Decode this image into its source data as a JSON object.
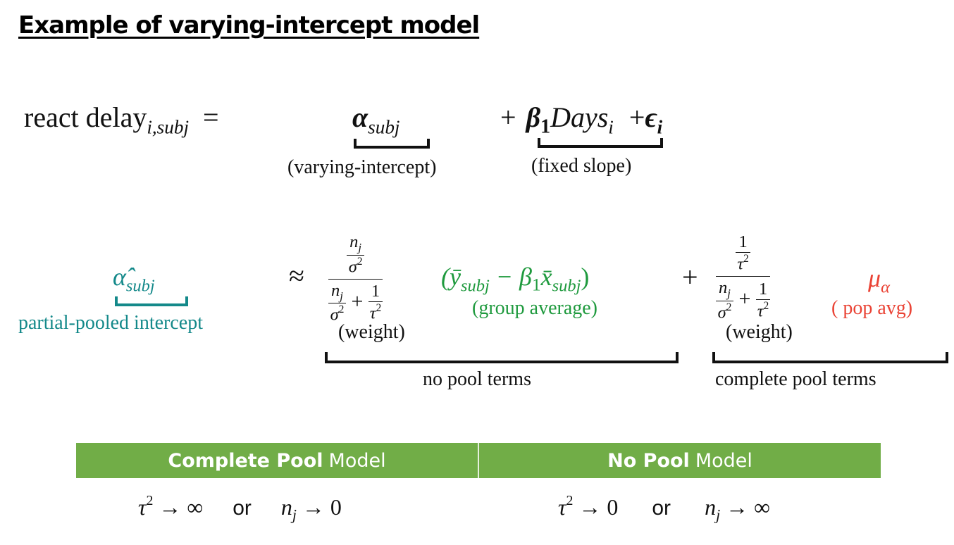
{
  "title": "Example of varying-intercept model",
  "equation1": {
    "lhs": "react delay",
    "lhs_subscript": "i,subj",
    "equals": "=",
    "alpha": "α",
    "alpha_subscript": "subj",
    "alpha_label": "(varying-intercept)",
    "plus1": "+",
    "beta": "β",
    "beta_subscript": "1",
    "days": "Days",
    "days_subscript": "i",
    "slope_label": "(fixed slope)",
    "plus2": "+",
    "epsilon": "ϵ",
    "epsilon_subscript": "i"
  },
  "equation2": {
    "alpha_hat": "α̂",
    "alpha_hat_subscript": "subj",
    "alpha_hat_label": "partial-pooled intercept",
    "approx": "≈",
    "n": "n",
    "j": "j",
    "sigma": "σ",
    "tau": "τ",
    "two": "2",
    "one": "1",
    "plus": "+",
    "weight_label": "(weight)",
    "group_term": "(ȳ",
    "group_term_sub": "subj",
    "group_minus": " − β",
    "group_beta_sub": "1",
    "group_xbar": "x̄",
    "group_xbar_sub": "subj",
    "close_paren": ")",
    "group_label": "(group average)",
    "mu": "μ",
    "mu_subscript": "α",
    "pop_label": "( pop avg)",
    "no_pool_label": "no pool terms",
    "complete_pool_label": "complete pool terms"
  },
  "colors": {
    "teal": "#14898a",
    "green": "#1f9a3e",
    "red": "#ea4335",
    "table_header": "#71ad47"
  },
  "table": {
    "columns": [
      {
        "bold": "Complete Pool",
        "light": "Model",
        "cond_a": "τ",
        "cond_a_sup": "2",
        "cond_a_rest": " → ∞",
        "or": "or",
        "cond_b": "n",
        "cond_b_sub": "j",
        "cond_b_rest": " → 0"
      },
      {
        "bold": "No Pool",
        "light": "Model",
        "cond_a": "τ",
        "cond_a_sup": "2",
        "cond_a_rest": " → 0",
        "or": "or",
        "cond_b": "n",
        "cond_b_sub": "j",
        "cond_b_rest": " → ∞"
      }
    ]
  }
}
